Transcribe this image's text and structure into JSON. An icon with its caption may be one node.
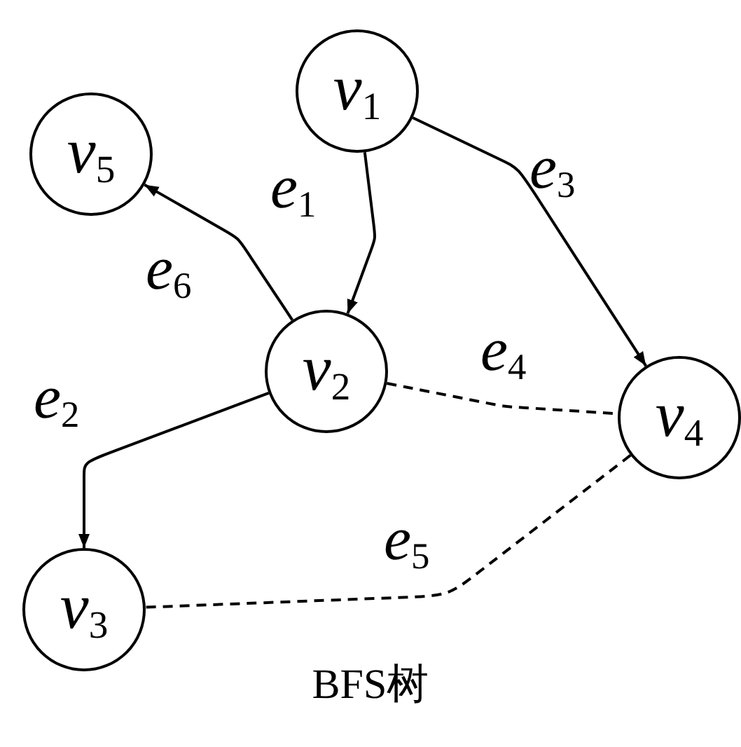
{
  "diagram": {
    "caption": "BFS树",
    "nodes": [
      {
        "text": [
          "*v*$_{1}$"
        ]
      },
      {
        "text": [
          "*v*$_{5}$"
        ]
      },
      {
        "text": [
          "*v*$_{2}$"
        ]
      },
      {
        "text": [
          "*v*$_{4}$"
        ]
      },
      {
        "text": [
          "*v*$_{3}$"
        ]
      }
    ],
    "edges": [
      {
        "from": 0,
        "to": 2,
        "arrow": "to",
        "label": "*e*$_{1}$"
      },
      {
        "from": 2,
        "to": 4,
        "arrow": "to",
        "label": "*e*$_{2}$"
      },
      {
        "from": 0,
        "to": 3,
        "arrow": "to",
        "label": "*e*$_{3}$"
      },
      {
        "from": 2,
        "to": 3,
        "arrow": "none",
        "label": "*e*$_{4}$",
        "style": "dashed"
      },
      {
        "from": 3,
        "to": 4,
        "arrow": "none",
        "label": "*e*$_{5}$",
        "style": "dashed"
      },
      {
        "from": 2,
        "to": 1,
        "arrow": "to",
        "label": "*e*$_{6}$"
      }
    ]
  }
}
